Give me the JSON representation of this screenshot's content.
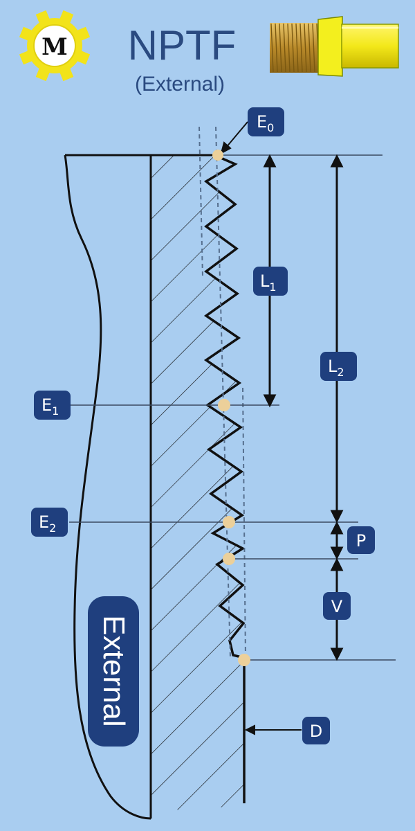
{
  "header": {
    "logo_letter": "M",
    "title": "NPTF",
    "subtitle": "(External)"
  },
  "labels": {
    "e0": {
      "main": "E",
      "sub": "0"
    },
    "e1": {
      "main": "E",
      "sub": "1"
    },
    "e2": {
      "main": "E",
      "sub": "2"
    },
    "l1": {
      "main": "L",
      "sub": "1"
    },
    "l2": {
      "main": "L",
      "sub": "2"
    },
    "p": {
      "main": "P"
    },
    "v": {
      "main": "V"
    },
    "d": {
      "main": "D"
    }
  },
  "body_label": "External",
  "colors": {
    "background": "#a9cdf0",
    "label_fill": "#1f3f7e",
    "label_text": "#ffffff",
    "title": "#2a4a80",
    "gear": "#f2e31a",
    "point": "#ecd09a",
    "line": "#111111",
    "guide": "#566f8e",
    "fitting_thread": "#c89b3a",
    "fitting_body": "#f3ef1e"
  }
}
